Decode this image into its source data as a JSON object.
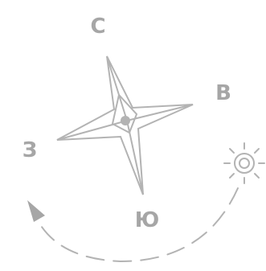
{
  "colors": {
    "line": "#b3b3b3",
    "label": "#a6a6a6",
    "background": "#ffffff"
  },
  "compass": {
    "north": "С",
    "east": "В",
    "south": "Ю",
    "west": "З"
  },
  "icons": {
    "star": "compass-rose-icon",
    "sun": "sun-icon",
    "arrow": "dashed-arc-arrow-icon"
  }
}
